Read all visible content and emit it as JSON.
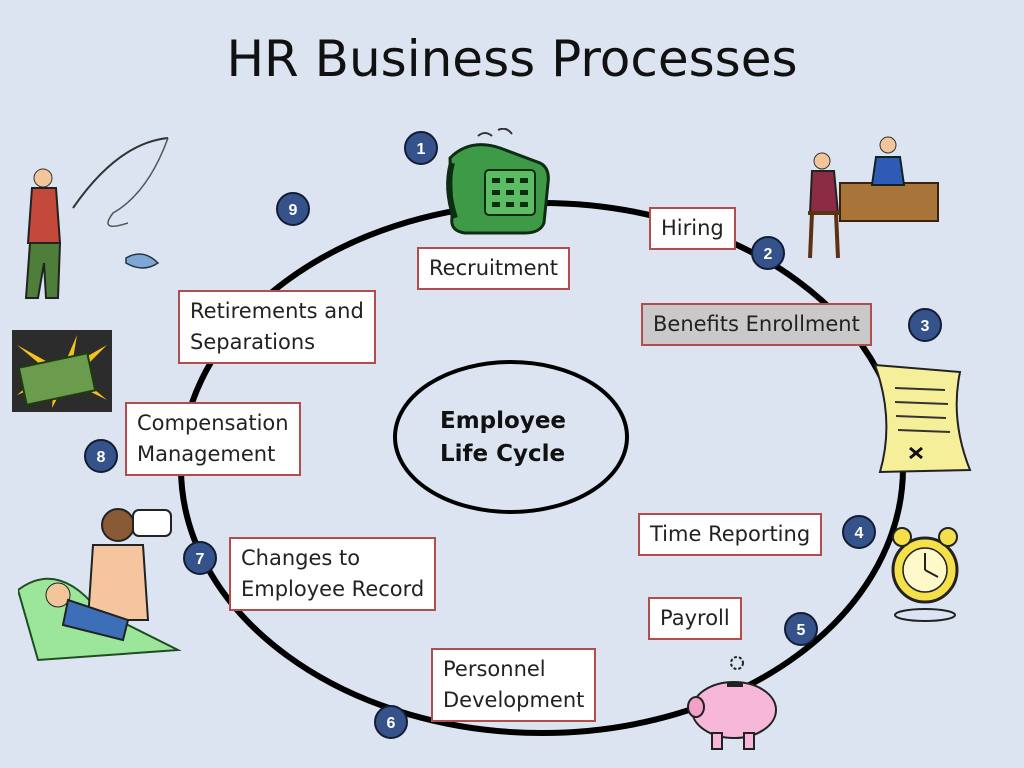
{
  "slide": {
    "title": "HR Business Processes",
    "center_label_line1": "Employee",
    "center_label_line2": "Life Cycle"
  },
  "steps": [
    {
      "number": "1",
      "label": "Recruitment"
    },
    {
      "number": "2",
      "label": "Hiring"
    },
    {
      "number": "3",
      "label": "Benefits Enrollment"
    },
    {
      "number": "4",
      "label": "Time Reporting"
    },
    {
      "number": "5",
      "label": "Payroll"
    },
    {
      "number": "6",
      "label_line1": "Personnel",
      "label_line2": "Development"
    },
    {
      "number": "7",
      "label_line1": "Changes to",
      "label_line2": "Employee Record"
    },
    {
      "number": "8",
      "label_line1": "Compensation",
      "label_line2": "Management"
    },
    {
      "number": "9",
      "label_line1": "Retirements and",
      "label_line2": "Separations"
    }
  ],
  "colors": {
    "background": "#dbe4f0",
    "box_border": "#b24d4d",
    "number_circle": "#35538a",
    "highlight_box": "#c9c9c9"
  },
  "clipart": [
    "fisherman-icon",
    "telephone-icon",
    "interview-icon",
    "money-icon",
    "document-icon",
    "mother-child-icon",
    "alarm-clock-icon",
    "piggy-bank-icon"
  ]
}
